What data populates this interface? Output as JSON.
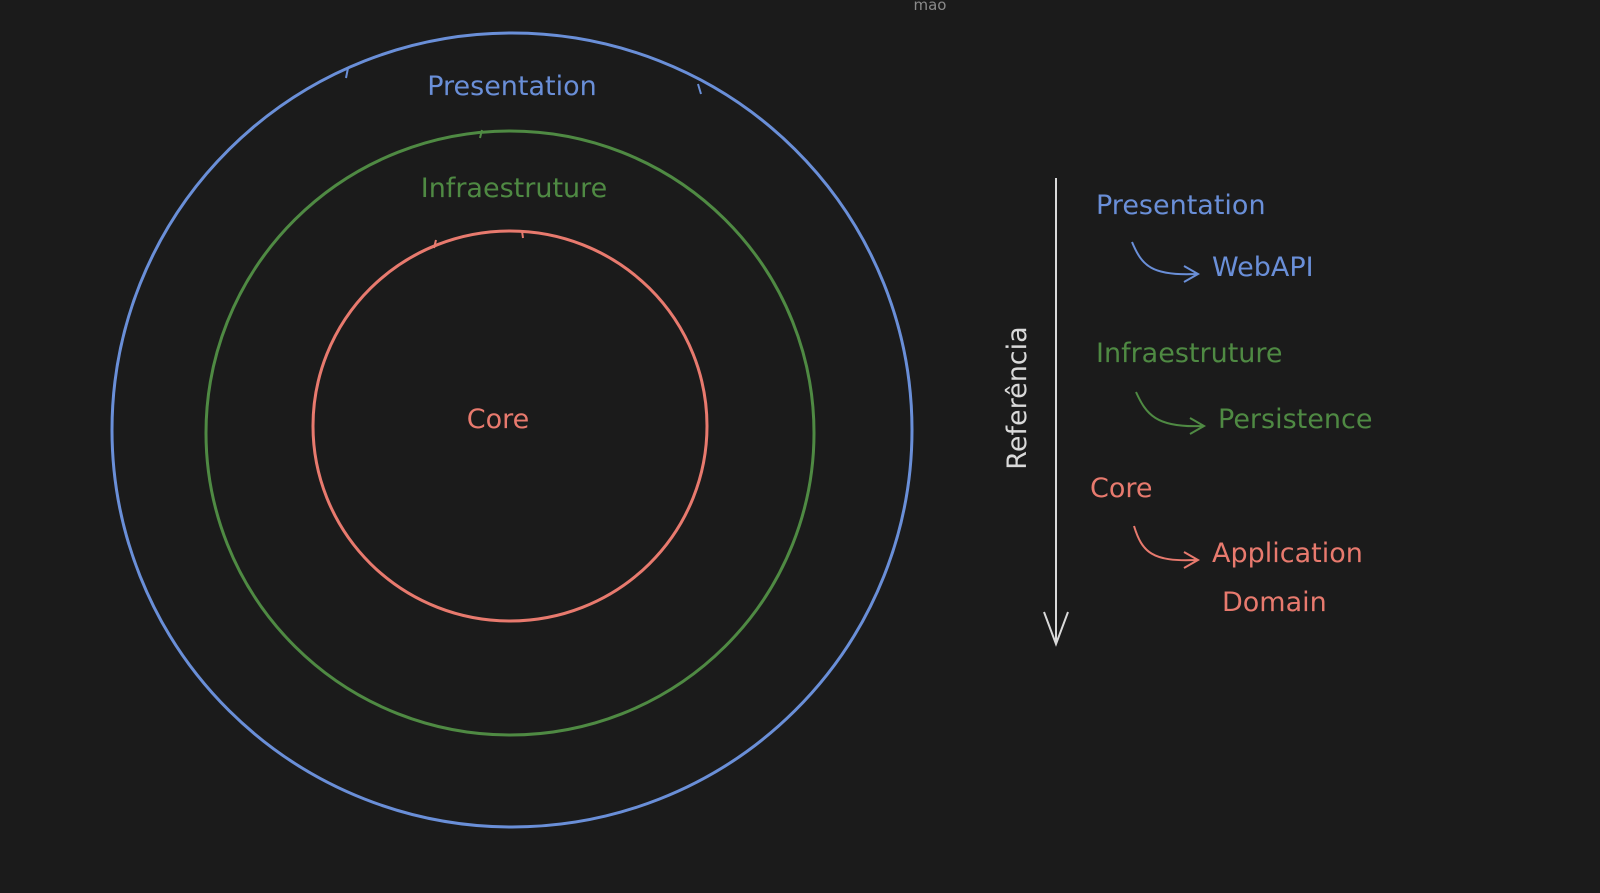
{
  "header": {
    "caption": "mão"
  },
  "colors": {
    "background": "#1b1b1b",
    "presentation": "#6a8fd8",
    "infrastructure": "#4f8a43",
    "core": "#e87a6e",
    "reference": "#d9d9d9",
    "caption": "#8a8a8a"
  },
  "rings": {
    "outer_label": "Presentation",
    "middle_label": "Infraestruture",
    "inner_label": "Core"
  },
  "reference_arrow": {
    "label": "Referência"
  },
  "legend": {
    "groups": [
      {
        "title": "Presentation",
        "items": [
          "WebAPI"
        ]
      },
      {
        "title": "Infraestruture",
        "items": [
          "Persistence"
        ]
      },
      {
        "title": "Core",
        "items": [
          "Application",
          "Domain"
        ]
      }
    ]
  }
}
